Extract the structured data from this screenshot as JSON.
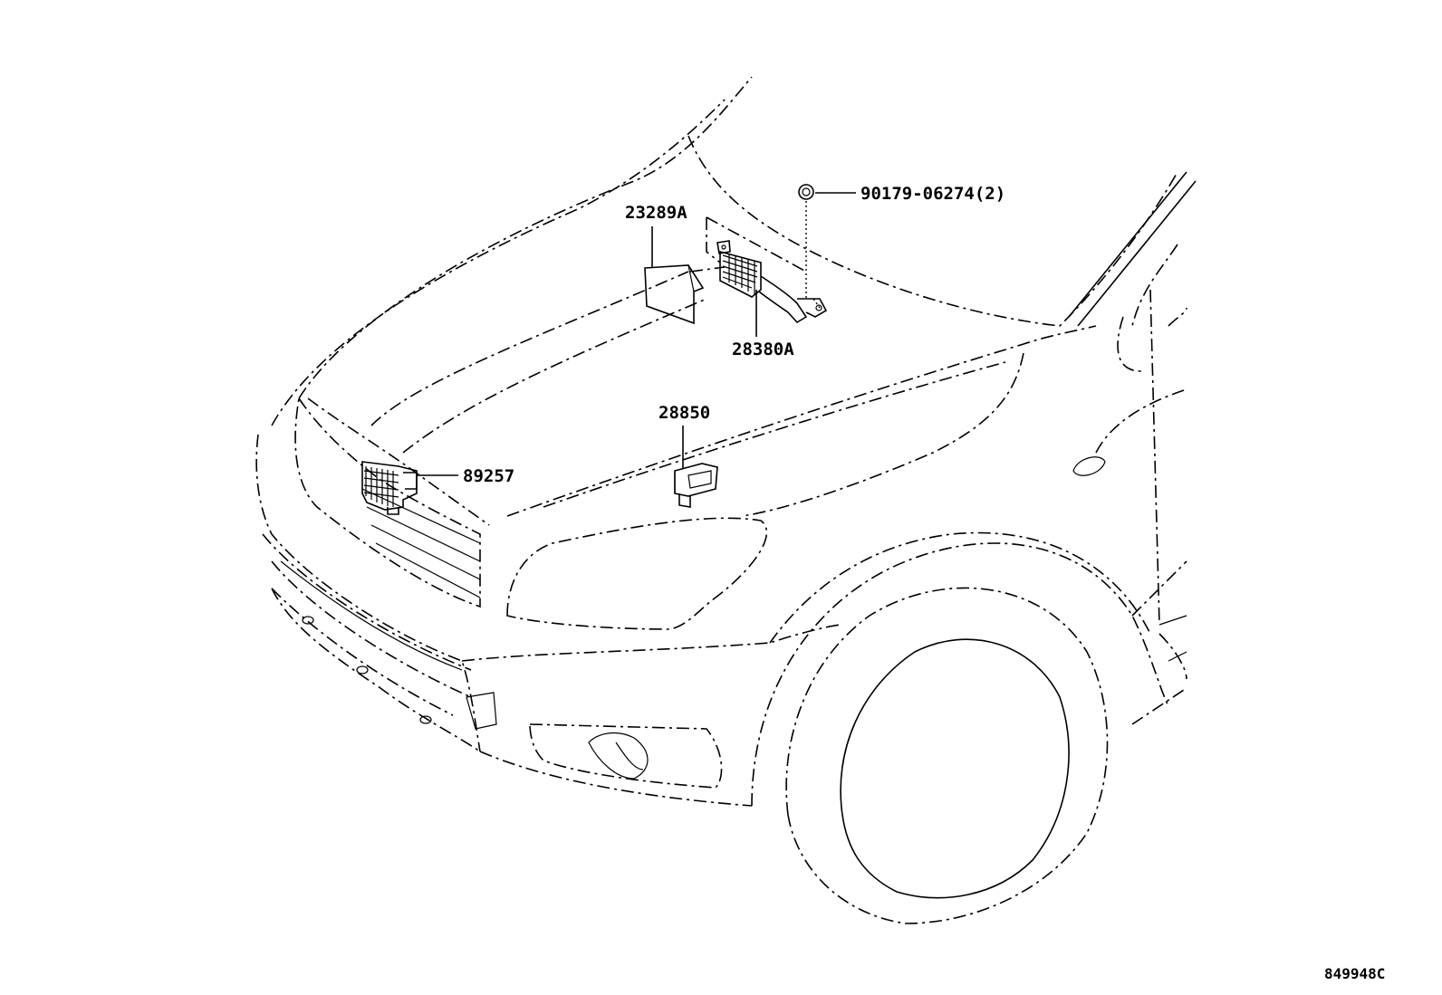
{
  "parts": [
    {
      "id": "part-90179",
      "label": "90179-06274(2)"
    },
    {
      "id": "part-23289a",
      "label": "23289A"
    },
    {
      "id": "part-28380a",
      "label": "28380A"
    },
    {
      "id": "part-28850",
      "label": "28850"
    },
    {
      "id": "part-89257",
      "label": "89257"
    }
  ],
  "drawing_number": "849948C"
}
